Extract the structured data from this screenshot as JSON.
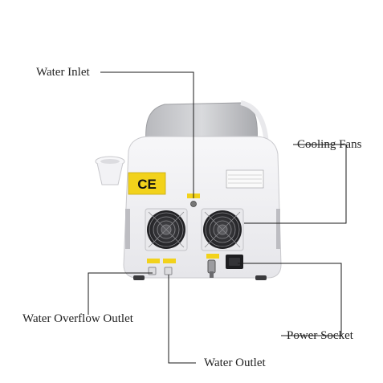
{
  "labels": {
    "water_inlet": "Water Inlet",
    "cooling_fans": "Cooling Fans",
    "water_overflow_outlet": "Water Overflow Outlet",
    "power_socket": "Power Socket",
    "water_outlet": "Water Outlet"
  },
  "device": {
    "ce_mark": "CE"
  },
  "colors": {
    "leader_line": "#1a1a1a",
    "label_yellow": "#f2d21b",
    "body_white": "#f4f4f6",
    "top_gray": "#c8c9cc",
    "fan_dark": "#2b2b2e"
  }
}
